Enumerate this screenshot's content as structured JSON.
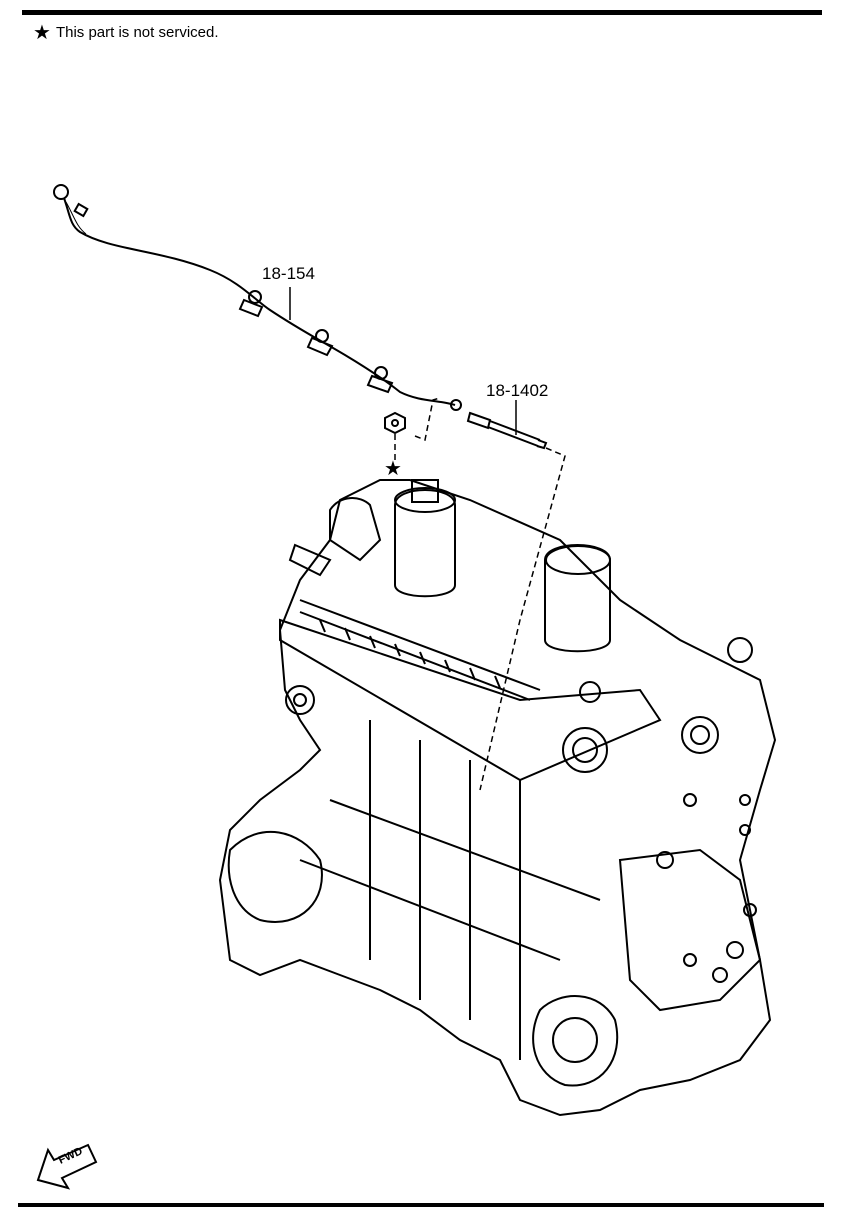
{
  "note": {
    "star": "★",
    "text": "This part is not serviced."
  },
  "callouts": {
    "harness": "18-154",
    "glow_plug": "18-1402"
  },
  "assembly_star": "★",
  "fwd_label": "FWD"
}
